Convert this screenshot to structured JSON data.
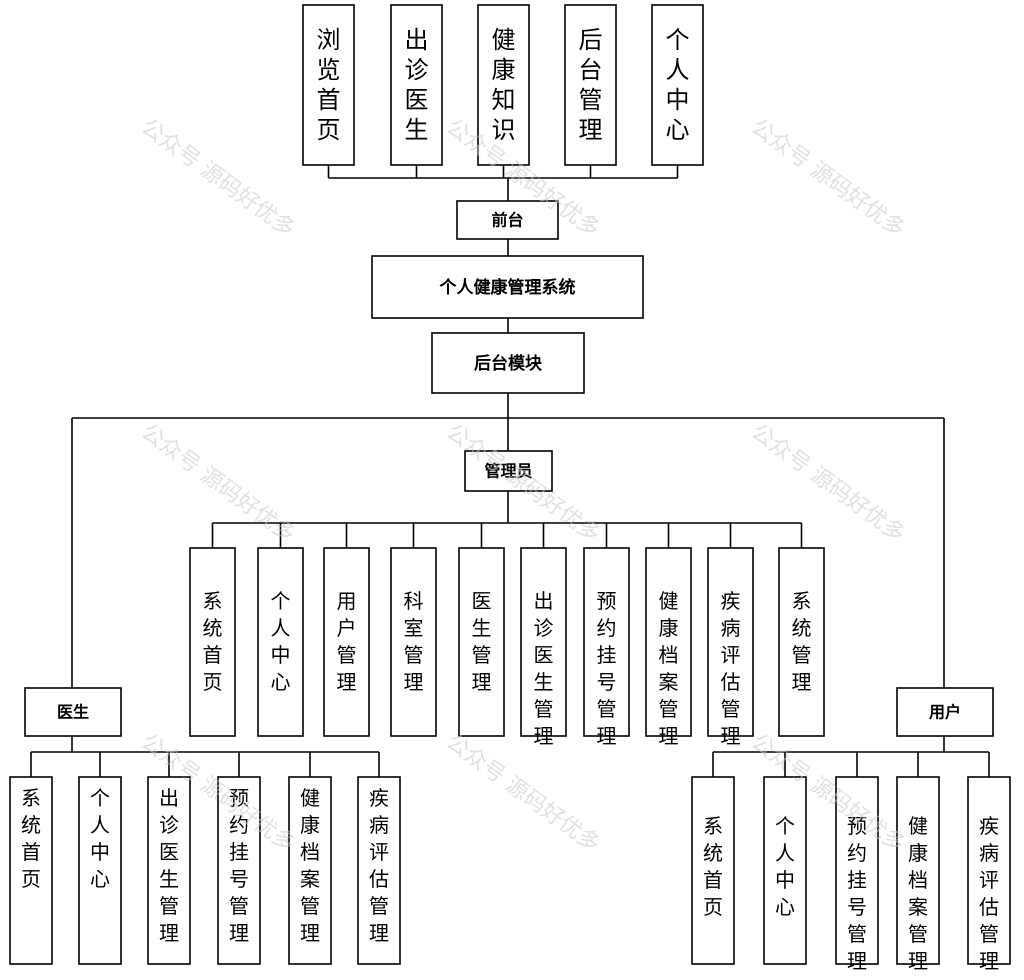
{
  "diagram": {
    "root": "个人健康管理系统",
    "frontend": {
      "label": "前台",
      "items": [
        "浏览首页",
        "出诊医生",
        "健康知识",
        "后台管理",
        "个人中心"
      ]
    },
    "backend": {
      "label": "后台模块"
    },
    "admin": {
      "label": "管理员",
      "items": [
        "系统首页",
        "个人中心",
        "用户管理",
        "科室管理",
        "医生管理",
        "出诊医生管理",
        "预约挂号管理",
        "健康档案管理",
        "疾病评估管理",
        "系统管理"
      ]
    },
    "doctor": {
      "label": "医生",
      "items": [
        "系统首页",
        "个人中心",
        "出诊医生管理",
        "预约挂号管理",
        "健康档案管理",
        "疾病评估管理"
      ]
    },
    "user": {
      "label": "用户",
      "items": [
        "系统首页",
        "个人中心",
        "预约挂号管理",
        "健康档案管理",
        "疾病评估管理"
      ]
    },
    "watermark": "公众号 源码好优多"
  }
}
